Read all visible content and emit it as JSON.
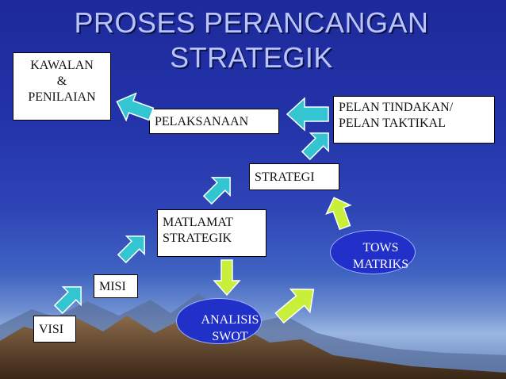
{
  "title": {
    "line1": "PROSES PERANCANGAN",
    "line2": "STRATEGIK"
  },
  "nodes": {
    "kawalan": {
      "line1": "KAWALAN",
      "line2": "&",
      "line3": "PENILAIAN"
    },
    "pelaksanaan": "PELAKSANAAN",
    "pelan": {
      "line1": "PELAN TINDAKAN/",
      "line2": "PELAN TAKTIKAL"
    },
    "strategi": "STRATEGI",
    "matlamat": {
      "line1": "MATLAMAT",
      "line2": "STRATEGIK"
    },
    "tows": {
      "line1": "TOWS",
      "line2": "MATRIKS"
    },
    "misi": "MISI",
    "visi": "VISI",
    "swot": {
      "line1": "ANALISIS",
      "line2": "SWOT"
    }
  },
  "colors": {
    "title_text": "#b9c4ff",
    "cyan_arrow": "#33c6d2",
    "green_arrow": "#c8f03a",
    "ellipse_fill": "#2030c8",
    "mountain": "#6b4a2f"
  }
}
